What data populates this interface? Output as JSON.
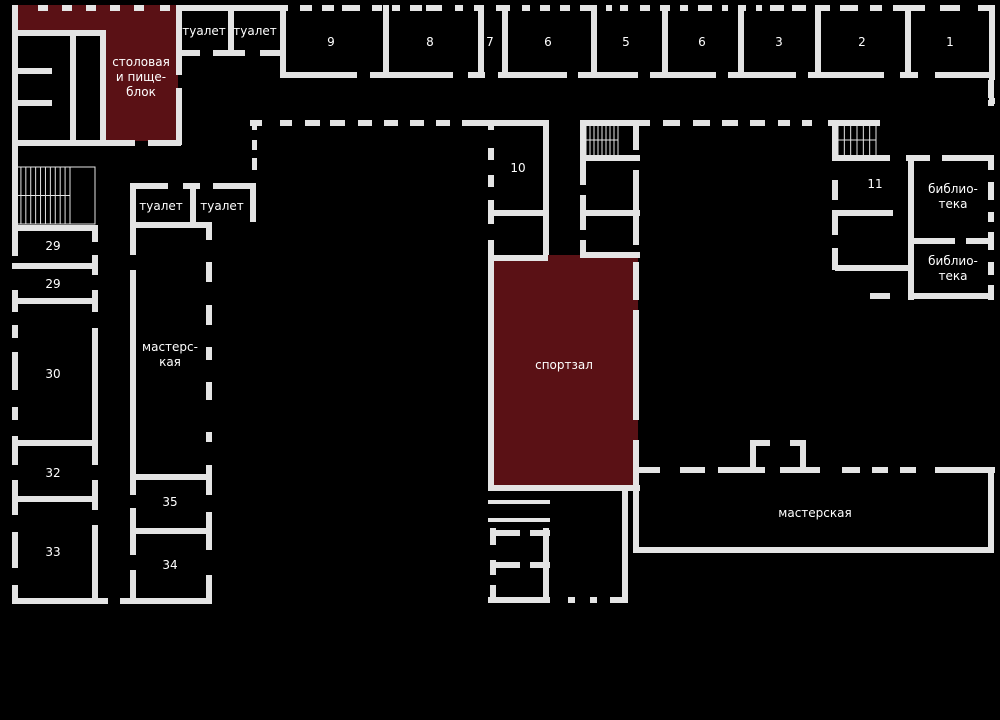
{
  "title": "План этажа",
  "colors": {
    "wall": "#e4e4e4",
    "highlight": "#5a1115",
    "background": "#000000"
  },
  "rooms": {
    "canteen": [
      "столовая",
      "и пище-",
      "блок"
    ],
    "toilet_top_1": "туалет",
    "toilet_top_2": "туалет",
    "toilet_mid_1": "туалет",
    "toilet_mid_2": "туалет",
    "r9": "9",
    "r8": "8",
    "r7": "7",
    "r6a": "6",
    "r5": "5",
    "r6b": "6",
    "r3": "3",
    "r2": "2",
    "r1": "1",
    "r10": "10",
    "r11": "11",
    "library_1": [
      "библио-",
      "тека"
    ],
    "library_2": [
      "библио-",
      "тека"
    ],
    "r29a": "29",
    "r29b": "29",
    "r30": "30",
    "r32": "32",
    "r33": "33",
    "workshop_left": [
      "мастерс-",
      "кая"
    ],
    "r35": "35",
    "r34": "34",
    "gym": "спортзал",
    "workshop_right": "мастерская"
  }
}
